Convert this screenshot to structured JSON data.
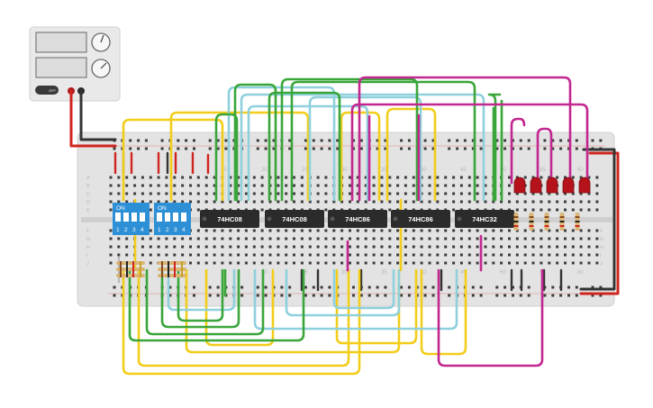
{
  "breadboard": {
    "column_numbers": [
      "15",
      "20",
      "25",
      "30",
      "35",
      "40",
      "45",
      "50",
      "55",
      "60"
    ],
    "row_letters_top": [
      "A",
      "B",
      "C",
      "D",
      "E"
    ],
    "row_letters_bottom": [
      "F",
      "G",
      "H",
      "I",
      "J"
    ]
  },
  "chips": [
    {
      "label": "74HC08"
    },
    {
      "label": "74HC08"
    },
    {
      "label": "74HC86"
    },
    {
      "label": "74HC86"
    },
    {
      "label": "74HC32"
    }
  ],
  "dip_switches": [
    {
      "on_label": "ON",
      "numbers": [
        "1",
        "2",
        "3",
        "4"
      ]
    },
    {
      "on_label": "ON",
      "numbers": [
        "1",
        "2",
        "3",
        "4"
      ]
    }
  ],
  "power_supply": {
    "button_label": "OFF"
  },
  "leds": {
    "count": 5,
    "color": "#b5121b"
  },
  "colors": {
    "yellow_wire": "#f2cd1a",
    "green_wire": "#3aa63a",
    "cyan_wire": "#8fd0dd",
    "magenta_wire": "#c2278f",
    "red_wire": "#d0251f",
    "black_wire": "#333333",
    "chip_body": "#2b2b2b",
    "dip_body": "#2d8fd5",
    "board": "#e3e3e3"
  }
}
